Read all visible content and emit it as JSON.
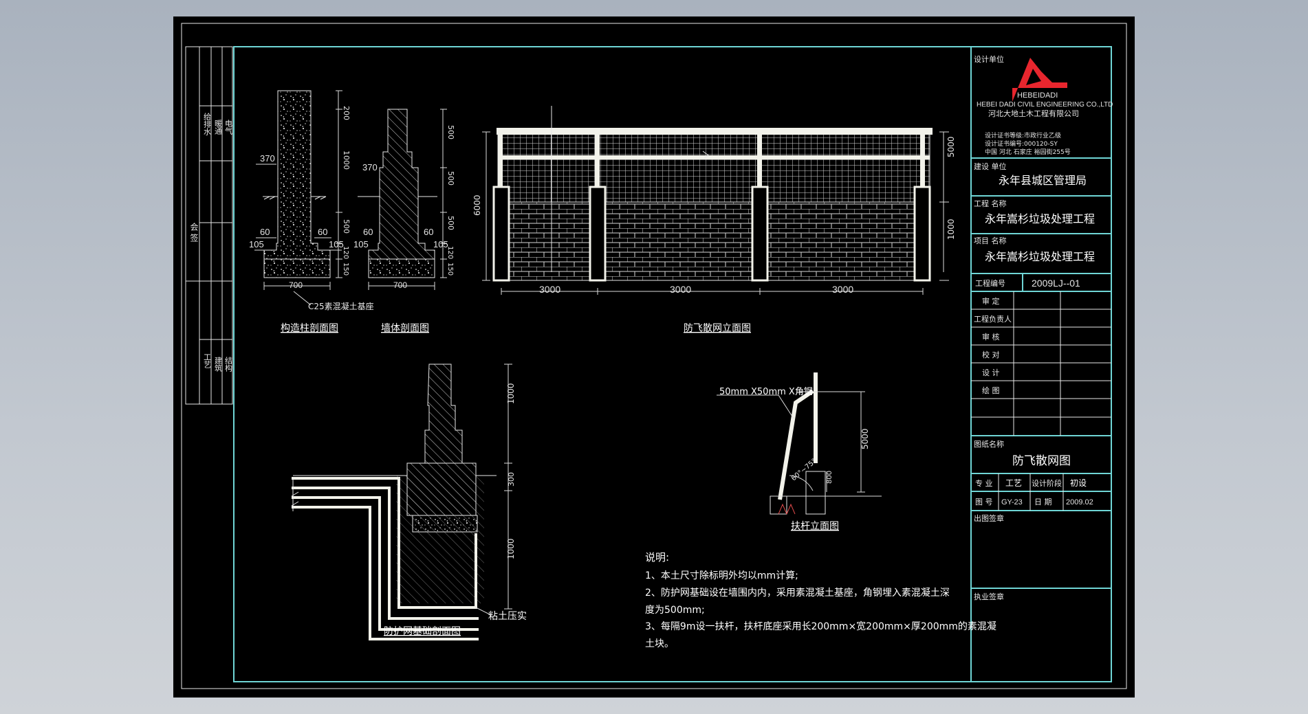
{
  "title_block": {
    "design_unit_label": "设计单位",
    "company_logo_text": "HEBEIDADI",
    "company_en": "HEBEI DADI CIVIL ENGINEERING CO.,LTD",
    "company_cn": "河北大地土木工程有限公司",
    "cert_grade": "设计证书等级:市政行业乙级",
    "cert_no": "设计证书编号:000120-SY",
    "address": "中国 河北 石家庄 裕园街255号",
    "client_label": "建设 单位",
    "client": "永年县城区管理局",
    "project_label": "工程 名称",
    "project": "永年嵩杉垃圾处理工程",
    "item_label": "项目 名称",
    "item": "永年嵩杉垃圾处理工程",
    "project_no_label": "工程编号",
    "project_no": "2009LJ--01",
    "sign_rows": [
      "审  定",
      "工程负责人",
      "审  核",
      "校  对",
      "设  计",
      "绘  图"
    ],
    "drawing_name_label": "图纸名称",
    "drawing_name": "防飞散网图",
    "discipline_label": "专 业",
    "discipline": "工艺",
    "stage_label": "设计阶段",
    "stage": "初设",
    "drawing_no_label": "图 号",
    "drawing_no": "GY-23",
    "date_label": "日  期",
    "date": "2009.02",
    "issue_stamp": "出图签章",
    "practice_stamp": "执业签章"
  },
  "left_strip": {
    "col_a": "会 签",
    "top_b": "给排水",
    "top_c": "暖通",
    "top_d": "电气",
    "bot_b": "工艺",
    "bot_c": "建筑",
    "bot_d": "结构"
  },
  "views": {
    "column_section": {
      "title": "构造柱剖面图",
      "dims": [
        "200",
        "1000",
        "500",
        "120",
        "150",
        "370",
        "60",
        "60",
        "105",
        "105",
        "700"
      ],
      "note": "C25素混凝土基座"
    },
    "wall_section": {
      "title": "墙体剖面图",
      "dims": [
        "370",
        "60",
        "60",
        "105",
        "105",
        "700",
        "500",
        "500",
        "500",
        "120",
        "150"
      ]
    },
    "net_elevation": {
      "title": "防飞散网立面图",
      "dims_bottom": [
        "3000",
        "3000",
        "3000"
      ],
      "dim_total": "6000",
      "dim_net": "5000",
      "dim_wall": "1000"
    },
    "foundation_section": {
      "title": "防护网基础剖面图",
      "dims": [
        "1000",
        "300",
        "1000"
      ],
      "note": "粘土压实"
    },
    "brace_elevation": {
      "title": "扶杆立面图",
      "label": "50mm X50mm X角钢",
      "dim_height": "5000",
      "dim_base": "800",
      "angle": "60°~75°"
    }
  },
  "notes": {
    "heading": "说明:",
    "lines": [
      "1、本土尺寸除标明外均以mm计算;",
      "2、防护网基础设在墙围内内，采用素混凝土基座，角钢埋入素混凝土深",
      "    度为500mm;",
      "3、每隔9m设一扶杆，扶杆底座采用长200mm×宽200mm×厚200mm的素混凝",
      "    土块。"
    ]
  }
}
